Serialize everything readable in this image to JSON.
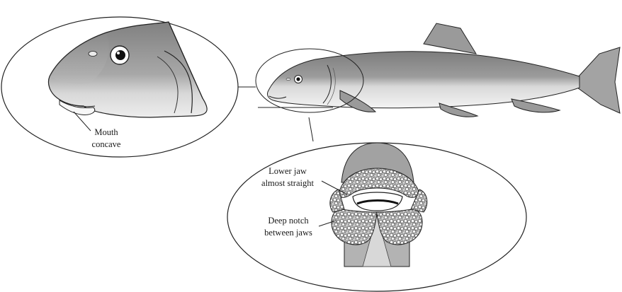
{
  "labels": {
    "mouth_line1": "Mouth",
    "mouth_line2": "concave",
    "lower_jaw_line1": "Lower jaw",
    "lower_jaw_line2": "almost straight",
    "notch_line1": "Deep notch",
    "notch_line2": "between jaws"
  },
  "colors": {
    "stroke": "#222222",
    "body_dark": "#8a8a8a",
    "body_light": "#d6d6d6",
    "fin": "#9a9a9a",
    "belly": "#f2f2f2"
  }
}
